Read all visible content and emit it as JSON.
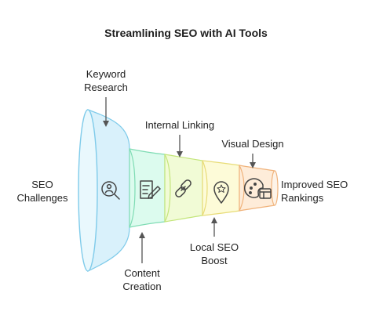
{
  "title": "Streamlining SEO with AI Tools",
  "left_label": [
    "SEO",
    "Challenges"
  ],
  "right_label": [
    "Improved SEO",
    "Rankings"
  ],
  "stages": [
    {
      "label": [
        "Keyword",
        "Research"
      ],
      "position": "top",
      "icon": "search-people-icon",
      "fill": "#d9f1fb",
      "stroke": "#7fcbea"
    },
    {
      "label": [
        "Content",
        "Creation"
      ],
      "position": "bottom",
      "icon": "document-edit-icon",
      "fill": "#dcfbee",
      "stroke": "#7fdcb4"
    },
    {
      "label": [
        "Internal Linking"
      ],
      "position": "top",
      "icon": "chain-link-icon",
      "fill": "#f1fbd6",
      "stroke": "#c3e57a"
    },
    {
      "label": [
        "Local SEO",
        "Boost"
      ],
      "position": "bottom",
      "icon": "map-pin-star-icon",
      "fill": "#fdfbd8",
      "stroke": "#e8dc77"
    },
    {
      "label": [
        "Visual Design"
      ],
      "position": "top",
      "icon": "palette-layout-icon",
      "fill": "#feecd9",
      "stroke": "#f0b27a"
    }
  ],
  "colors": {
    "arrow": "#555555",
    "icon": "#444444"
  }
}
